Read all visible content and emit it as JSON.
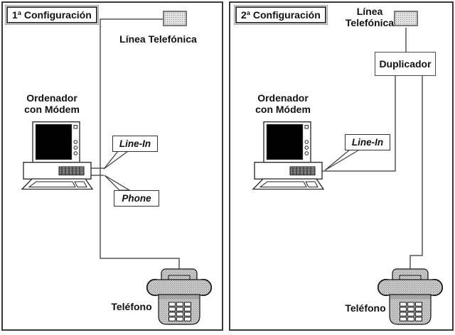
{
  "diagram": {
    "panel1": {
      "title": "1ª Configuración",
      "phone_line_label": "Línea Telefónica",
      "computer_label": "Ordenador con Módem",
      "line_in_callout": "Line-In",
      "phone_callout": "Phone",
      "telephone_label": "Teléfono"
    },
    "panel2": {
      "title": "2ª Configuración",
      "phone_line_label": "Línea Telefónica",
      "duplicator_label": "Duplicador",
      "computer_label": "Ordenador con Módem",
      "line_in_callout": "Line-In",
      "telephone_label": "Teléfono"
    },
    "colors": {
      "wire": "#555555",
      "panel_border": "#3a3a3a",
      "device_stipple": "#c9c9c9",
      "screen": "#000000"
    }
  }
}
